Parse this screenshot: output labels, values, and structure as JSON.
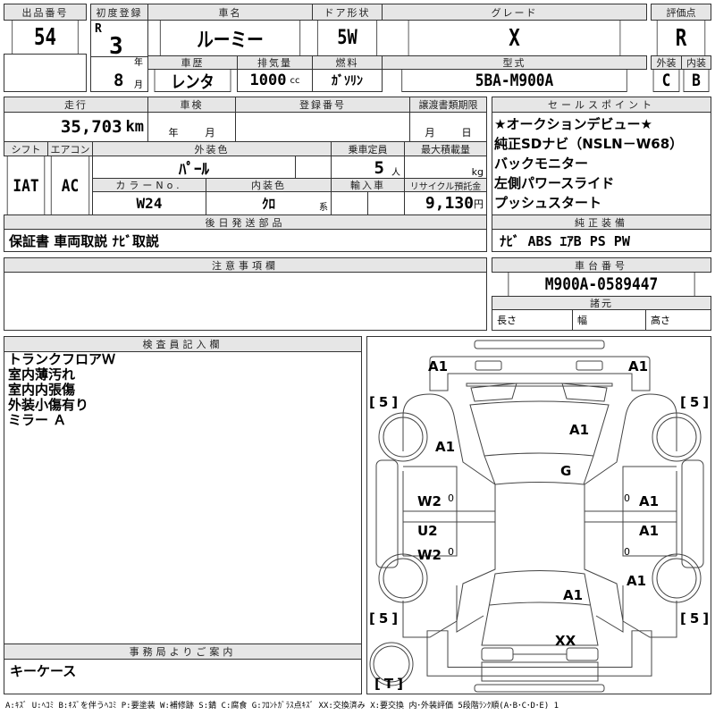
{
  "lot": {
    "label": "出品番号",
    "value": "54"
  },
  "reg": {
    "label": "初度登録",
    "era": "R",
    "year": "3",
    "year_unit": "年",
    "month": "8",
    "month_unit": "月"
  },
  "car_name": {
    "label": "車名",
    "value": "ルーミー"
  },
  "door": {
    "label": "ドア形状",
    "value": "5W"
  },
  "grade": {
    "label": "グレード",
    "value": "X"
  },
  "history": {
    "label": "車歴",
    "value": "レンタ"
  },
  "displacement": {
    "label": "排気量",
    "value": "1000",
    "unit": "cc"
  },
  "fuel": {
    "label": "燃料",
    "value": "ｶﾞｿﾘﾝ"
  },
  "model": {
    "label": "型式",
    "value": "5BA-M900A"
  },
  "score": {
    "label": "評価点",
    "value": "R",
    "ext_label": "外装",
    "int_label": "内装",
    "ext": "C",
    "int": "B"
  },
  "mileage": {
    "label": "走行",
    "value": "35,703",
    "unit": "km"
  },
  "inspection": {
    "label": "車検",
    "year_unit": "年",
    "month_unit": "月"
  },
  "plate": {
    "label": "登録番号"
  },
  "transfer": {
    "label": "譲渡書類期限",
    "month_unit": "月",
    "day_unit": "日"
  },
  "shift": {
    "label": "シフト",
    "value": "IAT"
  },
  "ac": {
    "label": "エアコン",
    "value": "AC"
  },
  "ext_color": {
    "label": "外装色",
    "value": "ﾊﾟｰﾙ"
  },
  "capacity": {
    "label": "乗車定員",
    "value": "5",
    "unit": "人"
  },
  "max_load": {
    "label": "最大積載量",
    "unit": "kg"
  },
  "color_no": {
    "label": "カラーNo.",
    "value": "W24"
  },
  "int_color": {
    "label": "内装色",
    "value": "ｸﾛ",
    "unit": "系"
  },
  "import": {
    "label": "輸入車"
  },
  "recycle": {
    "label": "リサイクル預託金",
    "value": "9,130",
    "unit": "円"
  },
  "parts": {
    "label": "後日発送部品",
    "value": "保証書 車両取説 ﾅﾋﾞ取説"
  },
  "sales": {
    "label": "セールスポイント",
    "items": [
      "★オークションデビュー★",
      "純正SDナビ（NSLN－W68）",
      "バックモニター",
      "左側パワースライド",
      "プッシュスタート"
    ]
  },
  "equipment": {
    "label": "純正装備",
    "value": "ﾅﾋﾞ ABS ｴｱB PS PW"
  },
  "notes": {
    "label": "注意事項欄"
  },
  "chassis": {
    "label": "車台番号",
    "value": "M900A-0589447",
    "spec_label": "諸元",
    "length": "長さ",
    "width": "幅",
    "height": "高さ"
  },
  "inspector": {
    "label": "検査員記入欄",
    "lines": [
      "トランクフロアＷ",
      "室内薄汚れ",
      "室内内張傷",
      "外装小傷有り",
      "ミラー Ａ"
    ]
  },
  "office": {
    "label": "事務局よりご案内",
    "value": "キーケース"
  },
  "diagram": {
    "marks": [
      "A1",
      "A1",
      "A1",
      "A1",
      "G",
      "W2",
      "0",
      "0",
      "A1",
      "U2",
      "W2",
      "0",
      "0",
      "A1",
      "A1",
      "A1",
      "XX"
    ],
    "tires": [
      "5",
      "5",
      "5",
      "5",
      "T"
    ]
  },
  "legend": "A:ｷｽﾞ U:ﾍｺﾐ B:ｷｽﾞを伴うﾍｺﾐ P:要塗装 W:補修跡 S:錆 C:腐食 G:ﾌﾛﾝﾄｶﾞﾗｽ点ｷｽﾞ XX:交換済み X:要交換  内･外装評価  5段階ﾗﾝｸ順(A･B･C･D･E) 1"
}
